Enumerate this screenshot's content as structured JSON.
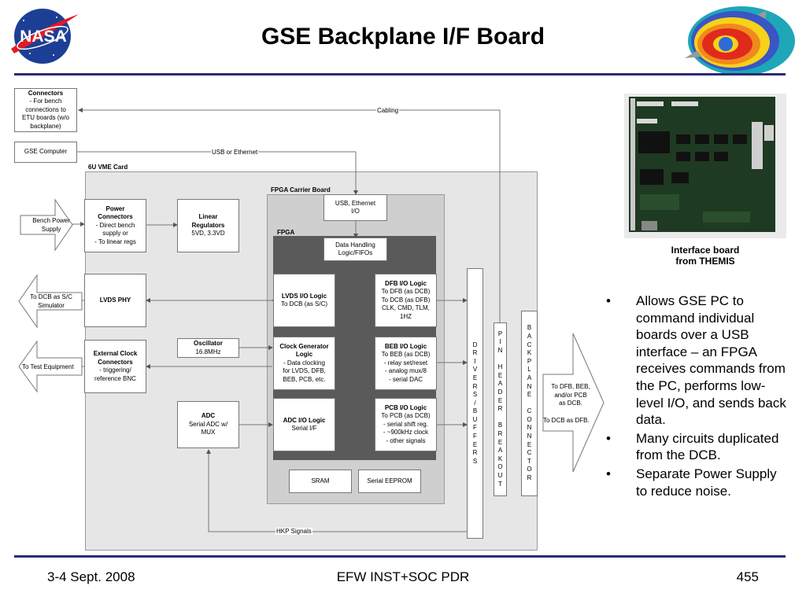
{
  "slide": {
    "title": "GSE Backplane I/F Board",
    "logo_text": "NASA",
    "footer": {
      "left": "3-4 Sept. 2008",
      "center": "EFW INST+SOC PDR",
      "right": "455"
    },
    "photo_caption": [
      "Interface board",
      "from THEMIS"
    ],
    "bullets": [
      "Allows GSE PC to command individual boards over a USB interface – an FPGA receives commands from the PC, performs low-level I/O, and sends back data.",
      "Many circuits duplicated from the DCB.",
      "Separate Power Supply to reduce noise."
    ],
    "bullet_char": "•",
    "colors": {
      "rule": "#2a2a7a",
      "vme_card": "#e6e6e6",
      "fpga_carrier": "#cfcfcf",
      "fpga": "#5a5a5a"
    }
  },
  "diagram": {
    "connectors_box": {
      "title": "Connectors",
      "lines": [
        "- For bench",
        "connections to",
        "ETU boards (w/o",
        "backplane)"
      ]
    },
    "gse_computer": "GSE Computer",
    "cabling_label": "Cabling",
    "usb_ethernet_label": "USB or Ethernet",
    "vme_card_label": "6U VME Card",
    "fpga_carrier_label": "FPGA Carrier Board",
    "fpga_label": "FPGA",
    "usb_ethernet_io": [
      "USB, Ethernet",
      "I/O"
    ],
    "data_handling": [
      "Data Handling",
      "Logic/FIFOs"
    ],
    "bench_power_supply": [
      "Bench Power",
      "Supply"
    ],
    "to_dcb_sc_simulator": [
      "To DCB as S/C",
      "Simulator"
    ],
    "to_test_equipment": "To Test Equipment",
    "power_connectors": {
      "title": [
        "Power",
        "Connectors"
      ],
      "lines": [
        "- Direct bench",
        "supply or",
        "- To linear regs"
      ]
    },
    "linear_regulators": {
      "title": [
        "Linear",
        "Regulators"
      ],
      "lines": [
        "5VD, 3.3VD"
      ]
    },
    "lvds_phy": "LVDS PHY",
    "oscillator": {
      "title": "Oscillator",
      "lines": [
        "16.8MHz"
      ]
    },
    "external_clock": {
      "title": [
        "External Clock",
        "Connectors"
      ],
      "lines": [
        "- triggering/",
        "reference BNC"
      ]
    },
    "adc": {
      "title": "ADC",
      "lines": [
        "Serial ADC w/",
        "MUX"
      ]
    },
    "lvds_io": {
      "title": "LVDS I/O Logic",
      "lines": [
        "To DCB (as S/C)"
      ]
    },
    "clock_gen": {
      "title": [
        "Clock Generator",
        "Logic"
      ],
      "lines": [
        "- Data clocking",
        "for LVDS, DFB,",
        "BEB, PCB, etc."
      ]
    },
    "adc_io": {
      "title": "ADC I/O Logic",
      "lines": [
        "Serial I/F"
      ]
    },
    "dfb_io": {
      "title": "DFB I/O Logic",
      "lines": [
        "To DFB (as DCB)",
        "To DCB (as DFB)",
        "CLK, CMD, TLM,",
        "1HZ"
      ]
    },
    "beb_io": {
      "title": "BEB I/O Logic",
      "lines": [
        "To BEB (as DCB)",
        "- relay set/reset",
        "- analog mux/8",
        "- serial DAC"
      ]
    },
    "pcb_io": {
      "title": "PCB I/O Logic",
      "lines": [
        "To PCB (as DCB)",
        "- serial shift reg.",
        "- ~900kHz clock",
        "- other signals"
      ]
    },
    "sram": "SRAM",
    "serial_eeprom": "Serial EEPROM",
    "drivers_buffers": [
      "D",
      "R",
      "I",
      "V",
      "E",
      "R",
      "S",
      "/",
      "B",
      "U",
      "F",
      "F",
      "E",
      "R",
      "S"
    ],
    "pin_header_breakout": [
      "P",
      "I",
      "N",
      "",
      "H",
      "E",
      "A",
      "D",
      "E",
      "R",
      "",
      "B",
      "R",
      "E",
      "A",
      "K",
      "O",
      "U",
      "T"
    ],
    "backplane_connector": [
      "B",
      "A",
      "C",
      "K",
      "P",
      "L",
      "A",
      "N",
      "E",
      "",
      "C",
      "O",
      "N",
      "N",
      "E",
      "C",
      "T",
      "O",
      "R"
    ],
    "to_dfb_beb": [
      "To DFB, BEB,",
      "and/or PCB",
      "as DCB."
    ],
    "to_dcb_as_dfb": "To DCB as DFB.",
    "hkp_signals": "HKP Signals"
  }
}
